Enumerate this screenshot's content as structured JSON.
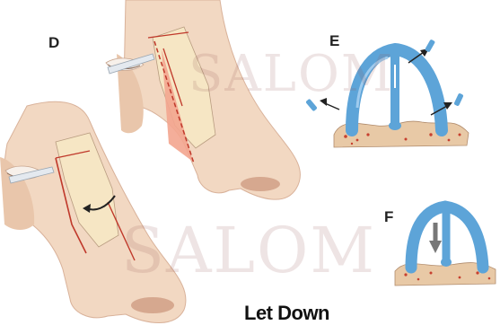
{
  "labels": {
    "d": "D",
    "e": "E",
    "f": "F"
  },
  "caption": "Let Down",
  "watermarks": {
    "top": "SALOM",
    "bottom": "SALOM"
  },
  "colors": {
    "skin": "#f2d8c2",
    "skin_shadow": "#d9b29a",
    "cartilage": "#f6e6c4",
    "incision": "#c0392b",
    "septum_blue": "#5da4d8",
    "resected": "#f3a58f",
    "bone_base": "#e8c9a6",
    "marrow_red": "#c7402f"
  },
  "icons": [
    "curved-arrow-icon",
    "outward-arrow-icon",
    "downward-arrow-icon",
    "surgical-tool-icon"
  ]
}
